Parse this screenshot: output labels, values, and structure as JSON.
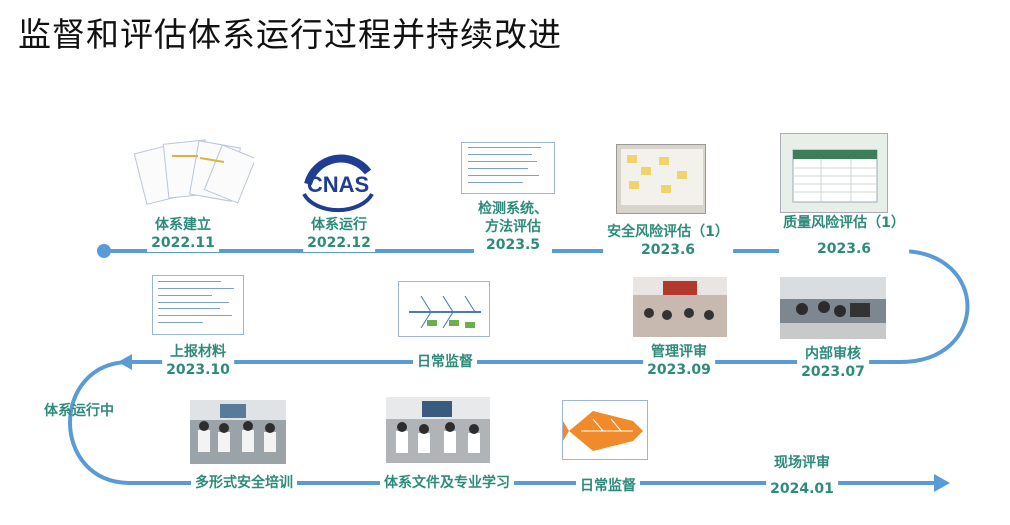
{
  "title": "监督和评估体系运行过程并持续改进",
  "colors": {
    "line": "#5b9bd5",
    "label": "#2e8b7a"
  },
  "milestones": [
    {
      "name": "体系建立",
      "date": "2022.11"
    },
    {
      "name": "体系运行",
      "date": "2022.12"
    },
    {
      "name": "检测系统、方法评估",
      "line1": "检测系统、",
      "line2": "方法评估",
      "date": "2023.5"
    },
    {
      "name": "安全风险评估（1）",
      "date": "2023.6"
    },
    {
      "name": "质量风险评估（1）",
      "date": "2023.6"
    },
    {
      "name": "内部审核",
      "date": "2023.07"
    },
    {
      "name": "管理评审",
      "date": "2023.09"
    },
    {
      "name": "日常监督",
      "date": ""
    },
    {
      "name": "上报材料",
      "date": "2023.10"
    },
    {
      "name": "多形式安全培训",
      "date": ""
    },
    {
      "name": "体系文件及专业学习",
      "date": ""
    },
    {
      "name": "日常监督",
      "date": ""
    },
    {
      "name": "现场评审",
      "date": "2024.01"
    }
  ],
  "side_label": "体系运行中",
  "cnas_logo_text": "CNAS"
}
